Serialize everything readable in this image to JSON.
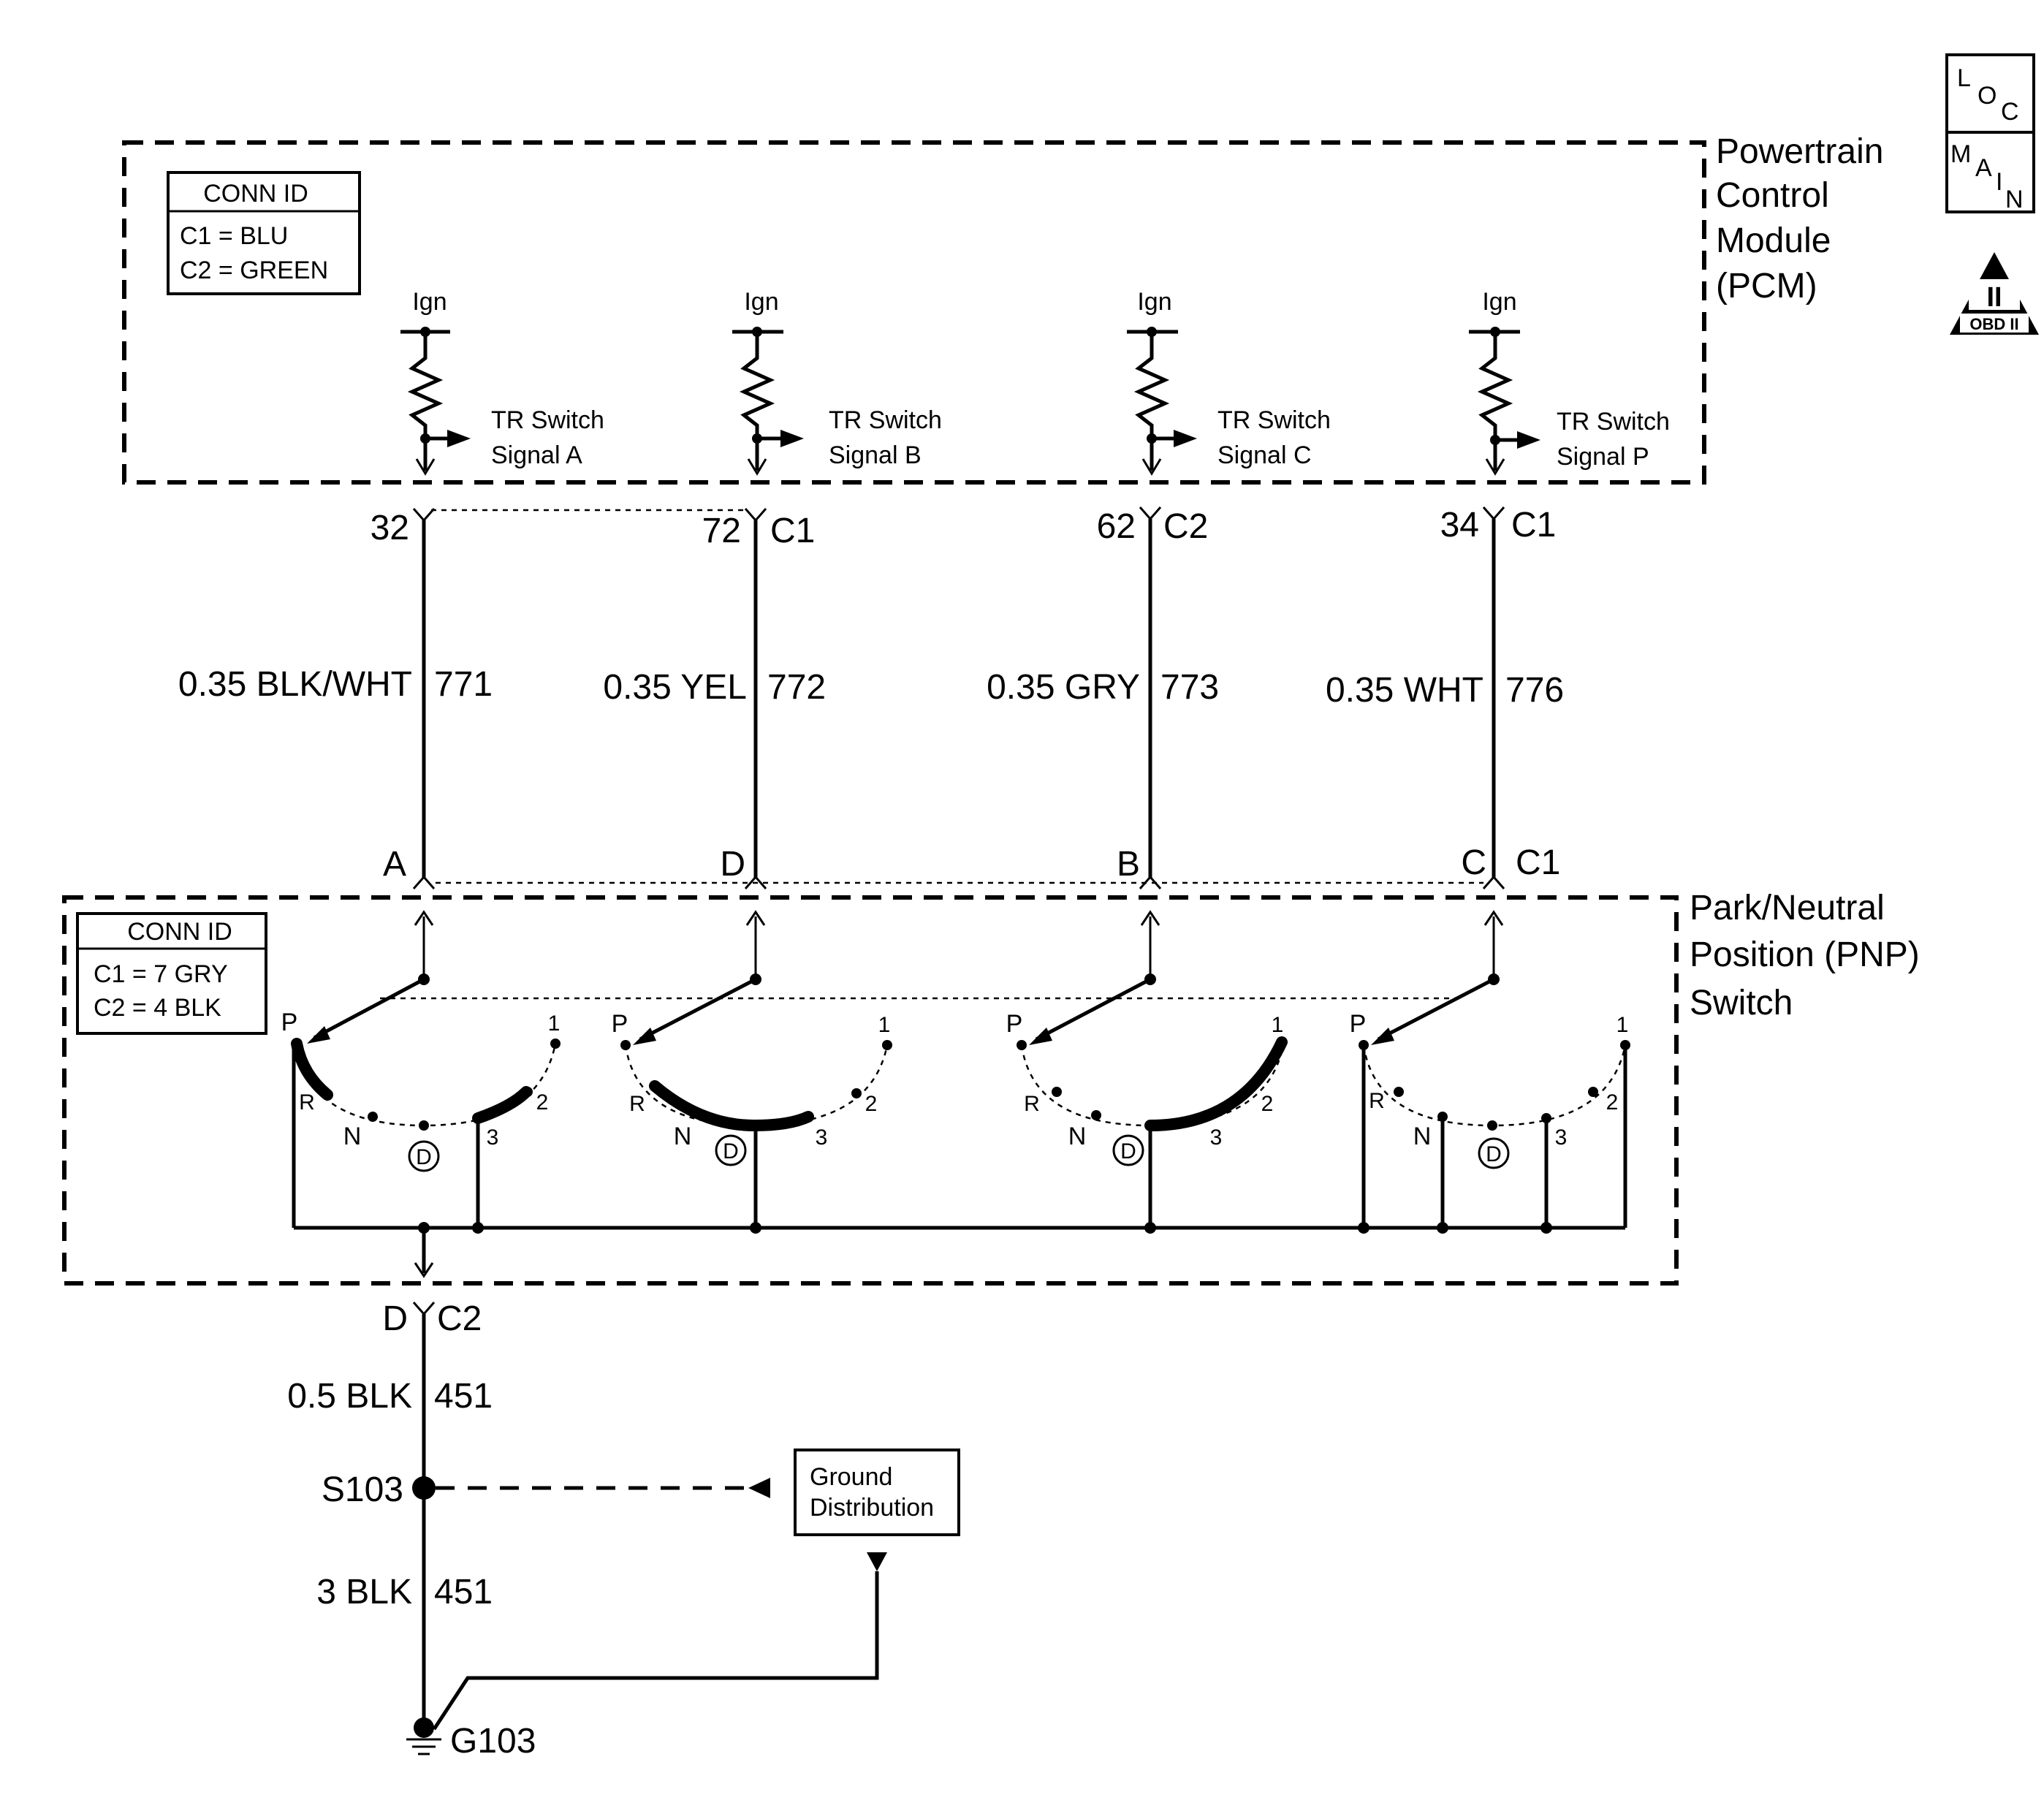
{
  "pcm": {
    "title_lines": [
      "Powertrain",
      "Control",
      "Module",
      "(PCM)"
    ],
    "conn_id": {
      "header": "CONN ID",
      "lines": [
        "C1 = BLU",
        "C2 = GREEN"
      ]
    },
    "ign_label": "Ign",
    "signals": [
      {
        "line1": "TR Switch",
        "line2": "Signal A",
        "pin": "32",
        "conn": ""
      },
      {
        "line1": "TR Switch",
        "line2": "Signal B",
        "pin": "72",
        "conn": "C1"
      },
      {
        "line1": "TR Switch",
        "line2": "Signal C",
        "pin": "62",
        "conn": "C2"
      },
      {
        "line1": "TR Switch",
        "line2": "Signal P",
        "pin": "34",
        "conn": "C1"
      }
    ]
  },
  "wires": [
    {
      "gauge_color": "0.35 BLK/WHT",
      "circuit": "771"
    },
    {
      "gauge_color": "0.35 YEL",
      "circuit": "772"
    },
    {
      "gauge_color": "0.35 GRY",
      "circuit": "773"
    },
    {
      "gauge_color": "0.35 WHT",
      "circuit": "776"
    }
  ],
  "pnp": {
    "title_lines": [
      "Park/Neutral",
      "Position (PNP)",
      "Switch"
    ],
    "conn_id": {
      "header": "CONN ID",
      "lines": [
        "C1 = 7 GRY",
        "C2 = 4 BLK"
      ]
    },
    "pins": [
      {
        "pin": "A",
        "conn": ""
      },
      {
        "pin": "D",
        "conn": ""
      },
      {
        "pin": "B",
        "conn": ""
      },
      {
        "pin": "C",
        "conn": "C1"
      }
    ],
    "positions": {
      "p": "P",
      "r": "R",
      "n": "N",
      "d": "D",
      "three": "3",
      "two": "2",
      "one": "1"
    },
    "ground_pin": {
      "pin": "D",
      "conn": "C2"
    }
  },
  "ground": {
    "wire1": {
      "gauge_color": "0.5 BLK",
      "circuit": "451"
    },
    "splice": "S103",
    "wire2": {
      "gauge_color": "3 BLK",
      "circuit": "451"
    },
    "ground_point": "G103",
    "distribution_lines": [
      "Ground",
      "Distribution"
    ]
  },
  "nav_icons": {
    "loc": [
      "L",
      "O",
      "C"
    ],
    "main": [
      "M",
      "A",
      "I",
      "N"
    ],
    "obd": {
      "numeral": "II",
      "label": "OBD II"
    }
  }
}
